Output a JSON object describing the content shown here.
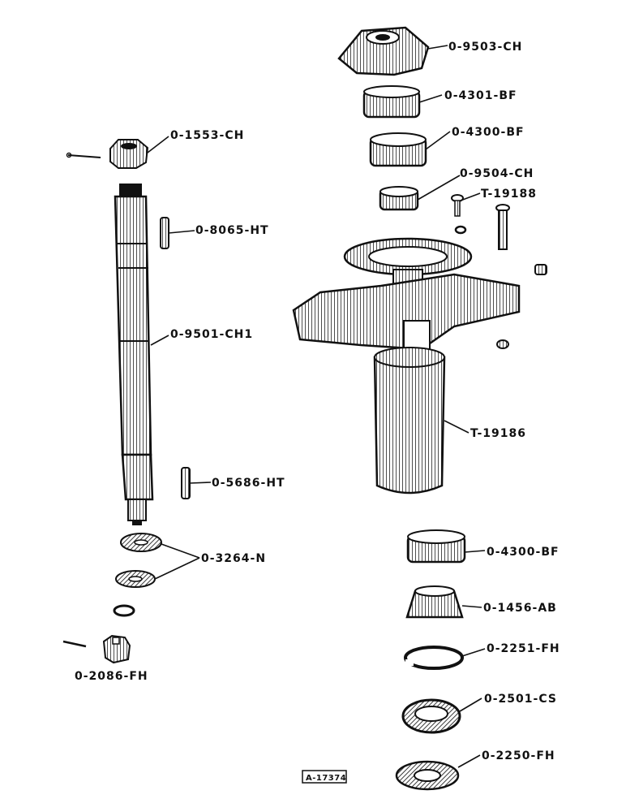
{
  "figure_ref": "A-17374",
  "parts": {
    "bevel_gear": "0-9503-CH",
    "bearing_cone_upper": "0-4301-BF",
    "bearing_cup_upper": "0-4300-BF",
    "spacer": "0-9504-CH",
    "bolt_pair": "T-19188",
    "castle_nut_top": "0-1553-CH",
    "woodruff_key_upper": "0-8065-HT",
    "shaft": "0-9501-CH1",
    "housing": "T-19186",
    "woodruff_key_lower": "0-5686-HT",
    "washers": "0-3264-N",
    "castle_nut_bottom": "0-2086-FH",
    "bearing_cup_lower": "0-4300-BF",
    "bearing_cone_lower": "0-1456-AB",
    "snap_ring": "0-2251-FH",
    "seal": "0-2501-CS",
    "gasket": "0-2250-FH"
  },
  "colors": {
    "ink": "#111111",
    "paper": "#ffffff"
  }
}
